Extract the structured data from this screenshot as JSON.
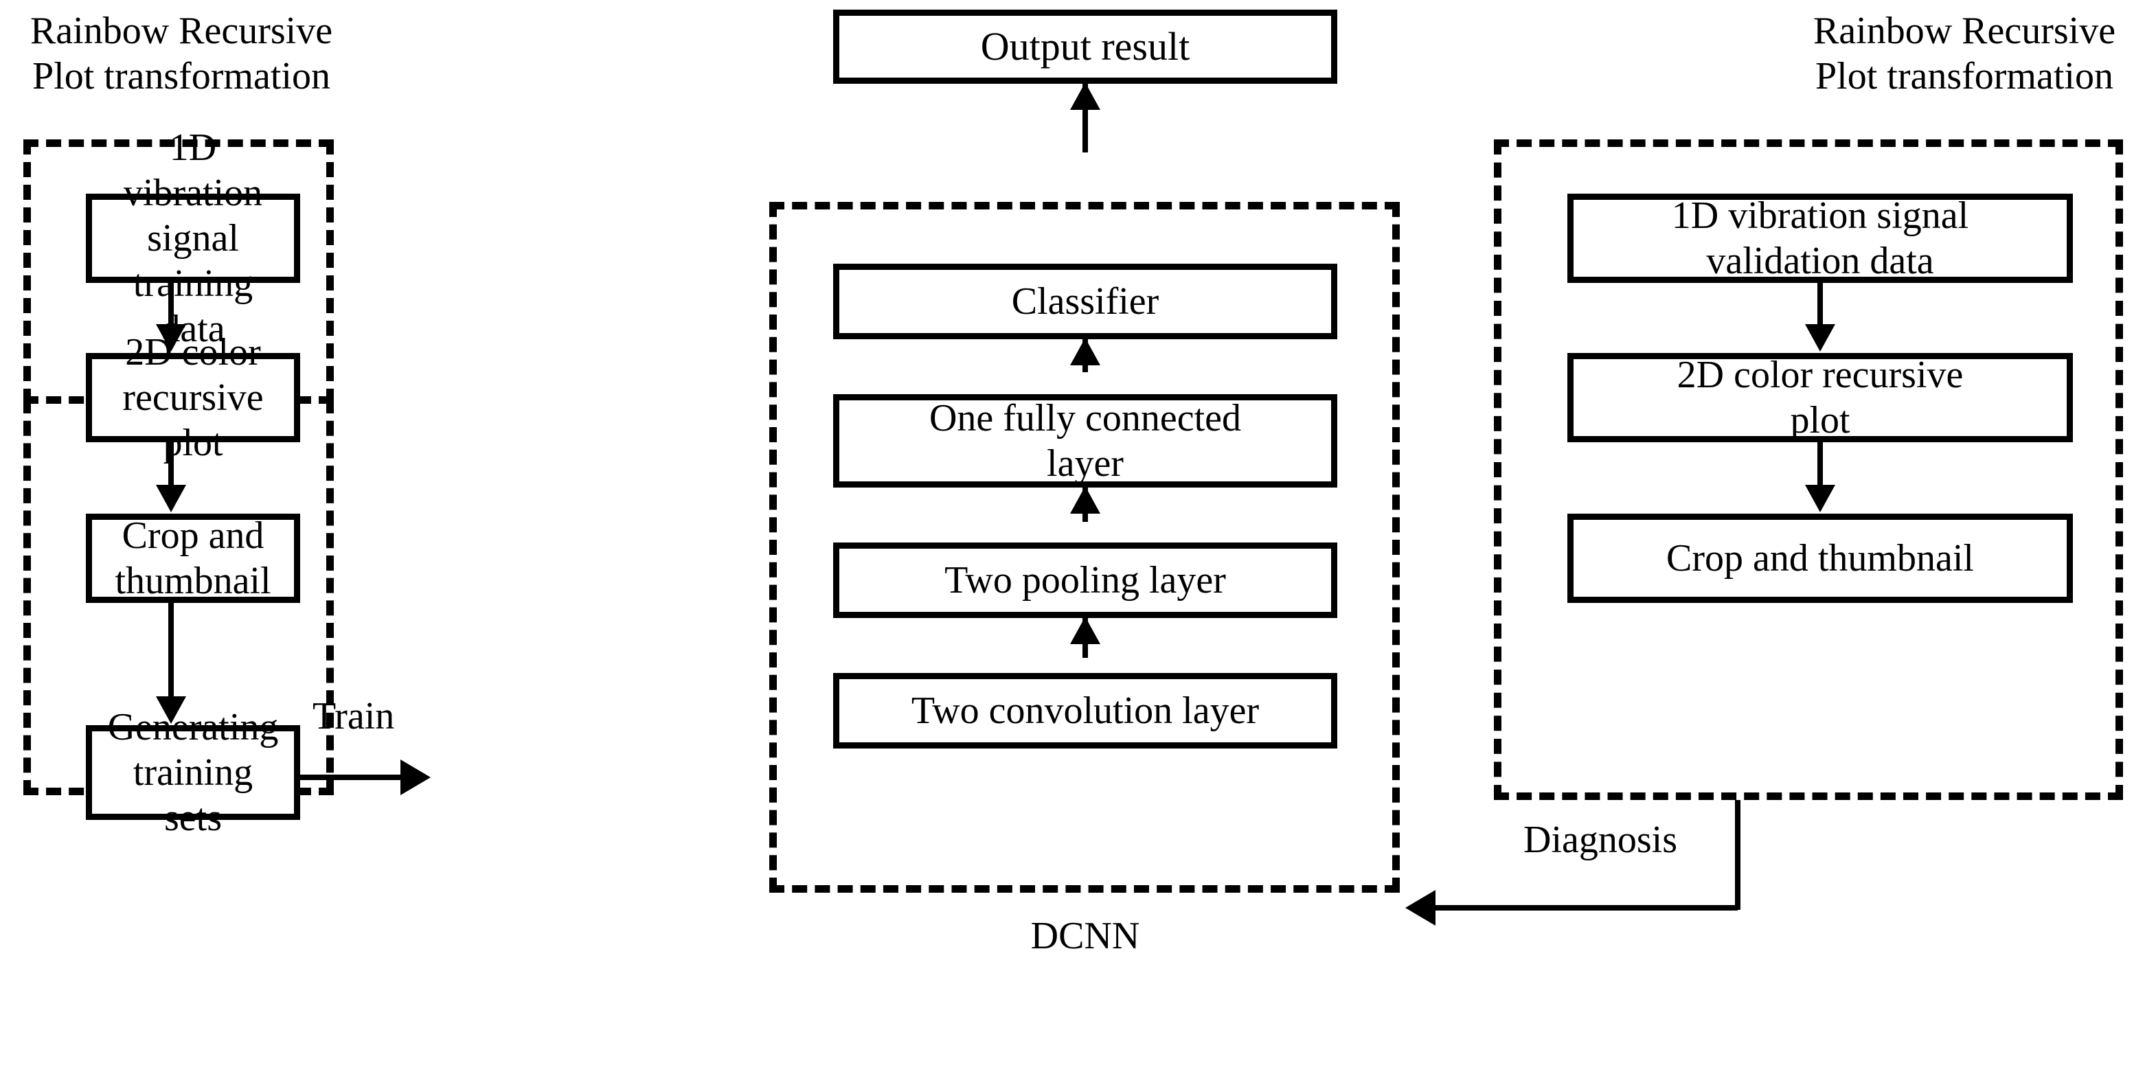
{
  "diagram": {
    "title_left": "Rainbow Recursive\nPlot transformation",
    "title_right": "Rainbow Recursive\nPlot transformation",
    "dcnn_label": "DCNN",
    "edge_train": "Train",
    "edge_diagnosis": "Diagnosis",
    "accent": "#000000",
    "background": "#ffffff"
  },
  "left_branch": {
    "group_caption": "Rainbow Recursive\nPlot transformation",
    "nodes": [
      {
        "id": "left-1",
        "label": "1D vibration signal\ntraining data"
      },
      {
        "id": "left-2",
        "label": "2D color recursive\nplot"
      },
      {
        "id": "left-3",
        "label": "Crop and thumbnail"
      }
    ],
    "output_node": {
      "id": "left-4",
      "label": "Generating training\nsets"
    }
  },
  "center_branch": {
    "group_caption": "DCNN",
    "output_node": {
      "id": "center-top",
      "label": "Output result"
    },
    "nodes": [
      {
        "id": "center-1",
        "label": "Classifier"
      },
      {
        "id": "center-2",
        "label": "One fully connected\nlayer"
      },
      {
        "id": "center-3",
        "label": "Two pooling layer"
      },
      {
        "id": "center-4",
        "label": "Two convolution layer"
      }
    ]
  },
  "right_branch": {
    "group_caption": "Rainbow Recursive\nPlot transformation",
    "nodes": [
      {
        "id": "right-1",
        "label": "1D vibration signal\nvalidation data"
      },
      {
        "id": "right-2",
        "label": "2D color recursive\nplot"
      },
      {
        "id": "right-3",
        "label": "Crop and thumbnail"
      }
    ]
  },
  "edges": [
    {
      "id": "edge-train",
      "label": "Train",
      "from": "left-4",
      "to": "center-4"
    },
    {
      "id": "edge-diagnosis",
      "label": "Diagnosis",
      "from": "right-group",
      "to": "center-4"
    }
  ]
}
